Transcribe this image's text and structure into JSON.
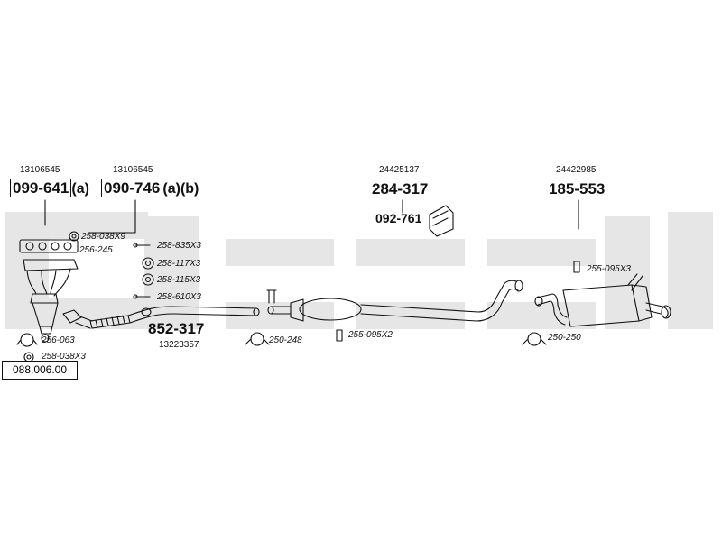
{
  "diagram": {
    "main_number": "088.006.00",
    "components": [
      {
        "id": "front-pipe-manifold-a",
        "oe": "13106545",
        "part": "099-641",
        "suffix": "(a)"
      },
      {
        "id": "front-pipe-manifold-b",
        "oe": "13106545",
        "part": "090-746",
        "suffix": "(a)(b)"
      },
      {
        "id": "centre-silencer",
        "oe": "24425137",
        "part": "284-317",
        "accessory": "092-761"
      },
      {
        "id": "rear-silencer",
        "oe": "24422985",
        "part": "185-553"
      },
      {
        "id": "flex-pipe",
        "part": "852-317",
        "oe": "13223357"
      }
    ],
    "accessories": [
      {
        "id": "a1",
        "code": "258-038X9"
      },
      {
        "id": "a2",
        "code": "256-245"
      },
      {
        "id": "a3",
        "code": "258-835X3"
      },
      {
        "id": "a4",
        "code": "258-117X3"
      },
      {
        "id": "a5",
        "code": "258-115X3"
      },
      {
        "id": "a6",
        "code": "258-610X3"
      },
      {
        "id": "a7",
        "code": "256-063"
      },
      {
        "id": "a8",
        "code": "258-038X3"
      },
      {
        "id": "a9",
        "code": "250-248"
      },
      {
        "id": "a10",
        "code": "255-095X2"
      },
      {
        "id": "a11",
        "code": "255-095X3"
      },
      {
        "id": "a12",
        "code": "250-250"
      }
    ],
    "colors": {
      "ink": "#111111",
      "watermark": "#e6e6e6",
      "background": "#ffffff"
    }
  }
}
